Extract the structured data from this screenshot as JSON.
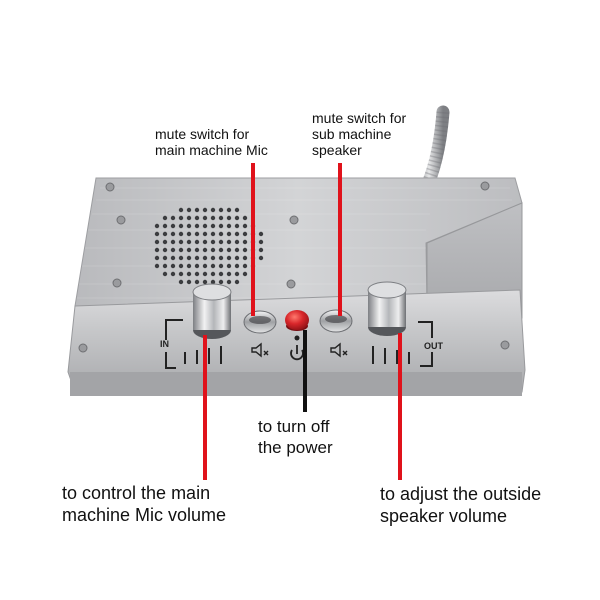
{
  "callouts": {
    "mute_main_mic": "mute switch for\nmain machine Mic",
    "mute_sub_speaker": "mute switch for\nsub machine\nspeaker",
    "power_off": "to turn off\nthe power",
    "main_mic_volume": "to control the main\nmachine Mic volume",
    "outside_speaker_volume": "to adjust the outside\nspeaker volume"
  },
  "panel_markings": {
    "in_label": "IN",
    "out_label": "OUT"
  },
  "colors": {
    "callout_line": "#e0121b",
    "power_button": "#d8262a",
    "power_line": "#111111",
    "device_body": "#c4c5c7"
  },
  "icons": [
    "speaker-grille-icon",
    "mute-speaker-icon",
    "power-icon",
    "volume-bars-icon"
  ]
}
